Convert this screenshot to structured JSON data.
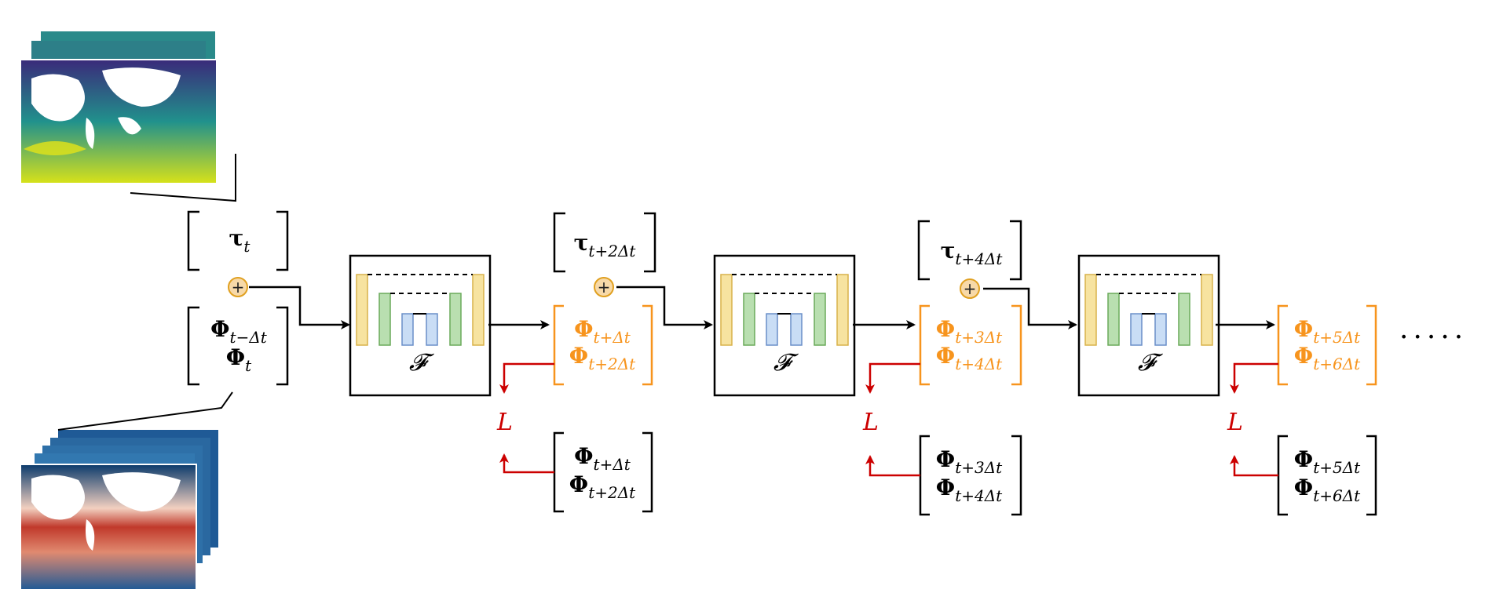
{
  "forcing": [
    {
      "symbol": "τ",
      "sub": "t"
    },
    {
      "symbol": "τ",
      "sub": "t+2Δt"
    },
    {
      "symbol": "τ",
      "sub": "t+4Δt"
    }
  ],
  "initial_state": [
    {
      "symbol": "Φ",
      "sub": "t−Δt"
    },
    {
      "symbol": "Φ",
      "sub": "t"
    }
  ],
  "model_label": "𝓕",
  "loss_label": "L",
  "predictions": [
    [
      {
        "symbol": "Φ",
        "sub": "t+Δt"
      },
      {
        "symbol": "Φ",
        "sub": "t+2Δt"
      }
    ],
    [
      {
        "symbol": "Φ",
        "sub": "t+3Δt"
      },
      {
        "symbol": "Φ",
        "sub": "t+4Δt"
      }
    ],
    [
      {
        "symbol": "Φ",
        "sub": "t+5Δt"
      },
      {
        "symbol": "Φ",
        "sub": "t+6Δt"
      }
    ]
  ],
  "targets": [
    [
      {
        "symbol": "Φ",
        "sub": "t+Δt"
      },
      {
        "symbol": "Φ",
        "sub": "t+2Δt"
      }
    ],
    [
      {
        "symbol": "Φ",
        "sub": "t+3Δt"
      },
      {
        "symbol": "Φ",
        "sub": "t+4Δt"
      }
    ],
    [
      {
        "symbol": "Φ",
        "sub": "t+5Δt"
      },
      {
        "symbol": "Φ",
        "sub": "t+6Δt"
      }
    ]
  ],
  "plus_symbol": "+",
  "continuation": "·····",
  "colors": {
    "prediction": "#f7941d",
    "loss": "#cc0000",
    "plus_fill": "#f7d9a8",
    "outer_block": "#f7e3a0",
    "mid_block": "#b9dfb0",
    "inner_block": "#c9ddf5"
  }
}
